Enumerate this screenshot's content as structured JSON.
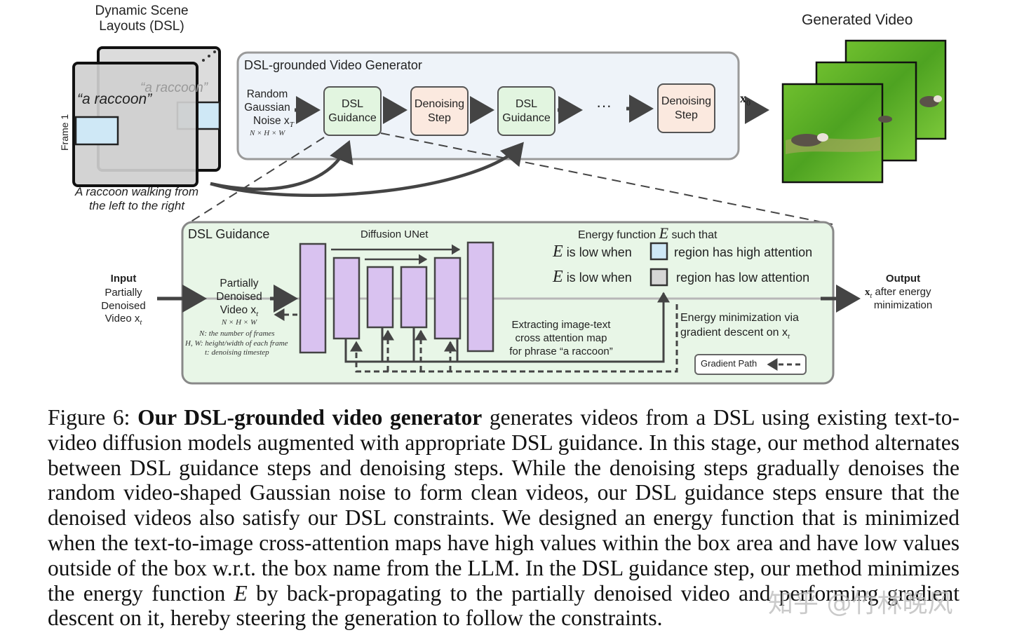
{
  "dsl_panel": {
    "title": "Dynamic Scene Layouts (DSL)",
    "frame_label": "Frame 1",
    "object_phrase": "“a raccoon”",
    "object_phrase_back": "“a raccoon”",
    "prompt_line1": "A raccoon walking from",
    "prompt_line2": "the left to the right"
  },
  "generator": {
    "title": "DSL-grounded Video Generator",
    "noise_label_1": "Random",
    "noise_label_2": "Gaussian",
    "noise_label_3": "Noise x",
    "noise_sub": "T",
    "noise_dims": "N × H × W",
    "steps": [
      {
        "label": "DSL Guidance",
        "kind": "guidance"
      },
      {
        "label": "Denoising Step",
        "kind": "denoise"
      },
      {
        "label": "DSL Guidance",
        "kind": "guidance"
      },
      {
        "label": "Denoising Step",
        "kind": "denoise"
      }
    ],
    "ellipsis": "···",
    "output_symbol": "x",
    "output_sub": "0"
  },
  "generated_video": {
    "title": "Generated Video"
  },
  "guidance_detail": {
    "title": "DSL Guidance",
    "unet_label": "Diffusion UNet",
    "input_title": "Input",
    "input_lines": [
      "Partially",
      "Denoised",
      "Video x"
    ],
    "input_sub": "t",
    "mid_lines": [
      "Partially",
      "Denoised",
      "Video x"
    ],
    "mid_sub": "t",
    "mid_dims": "N × H × W",
    "notes": [
      "N: the number of frames",
      "H, W: height/width of each frame",
      "t: denoising timestep"
    ],
    "energy_title_pre": "Energy function",
    "energy_symbol": "E",
    "energy_title_post": "such that",
    "energy_rows": [
      {
        "symbol": "E",
        "text_a": "is low when",
        "text_b": "region has high attention",
        "swatch": "#cfe8f6"
      },
      {
        "symbol": "E",
        "text_a": "is low when",
        "text_b": "region has low attention",
        "swatch": "#d6d6d6"
      }
    ],
    "extract_lines": [
      "Extracting image-text",
      "cross attention map",
      "for phrase “a raccoon”"
    ],
    "minimize_lines": [
      "Energy minimization via",
      "gradient descent on x"
    ],
    "minimize_sub": "t",
    "gradient_path_label": "Gradient Path",
    "output_title": "Output",
    "output_line1": "after energy",
    "output_line2": "minimization",
    "output_symbol": "x",
    "output_sub": "t"
  },
  "colors": {
    "generator_bg": "#eef3f9",
    "guidance_bg": "#e8f6e7",
    "guidance_fill": "#e2f5e0",
    "denoise_fill": "#fbe9df",
    "unet_fill": "#d9c2f0",
    "frame_fill": "#cfcfcf",
    "box_fill": "#cfe8f6"
  },
  "caption": {
    "label": "Figure 6:",
    "bold": "Our DSL-grounded video generator",
    "text_1": " generates videos from a DSL using existing text-to-video diffusion models augmented with appropriate DSL guidance.  In this stage, our method alternates between DSL guidance steps and denoising steps. While the denoising steps gradually denoises the random video-shaped Gaussian noise to form clean videos, our DSL guidance steps ensure that the denoised videos also satisfy our DSL constraints. We designed an energy function that is minimized when the text-to-image cross-attention maps have high values within the box area and have low values outside of the box w.r.t. the box name from the LLM. In the DSL guidance step, our method minimizes the energy function ",
    "symbol": "E",
    "text_2": " by back-propagating to the partially denoised video and performing gradient descent on it, hereby steering the generation to follow the constraints."
  },
  "watermark": "知乎 @竹林晚风"
}
